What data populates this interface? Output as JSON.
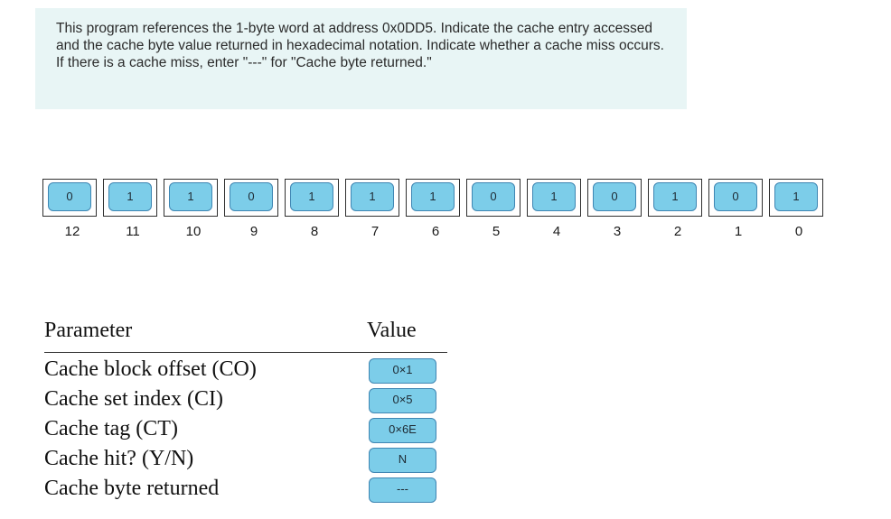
{
  "prompt": {
    "text": "This program references the 1-byte word at address 0x0DD5. Indicate the cache entry accessed and the cache byte value returned in hexadecimal notation. Indicate whether a cache miss occurs. If there is a cache miss, enter \"---\" for \"Cache byte returned.\""
  },
  "address_bits": [
    {
      "position": "12",
      "value": "0"
    },
    {
      "position": "11",
      "value": "1"
    },
    {
      "position": "10",
      "value": "1"
    },
    {
      "position": "9",
      "value": "0"
    },
    {
      "position": "8",
      "value": "1"
    },
    {
      "position": "7",
      "value": "1"
    },
    {
      "position": "6",
      "value": "1"
    },
    {
      "position": "5",
      "value": "0"
    },
    {
      "position": "4",
      "value": "1"
    },
    {
      "position": "3",
      "value": "0"
    },
    {
      "position": "2",
      "value": "1"
    },
    {
      "position": "1",
      "value": "0"
    },
    {
      "position": "0",
      "value": "1"
    }
  ],
  "table": {
    "header_parameter": "Parameter",
    "header_value": "Value",
    "rows": [
      {
        "label": "Cache block offset (CO)",
        "value": "0×1"
      },
      {
        "label": "Cache set index (CI)",
        "value": "0×5"
      },
      {
        "label": "Cache tag (CT)",
        "value": "0×6E"
      },
      {
        "label": "Cache hit? (Y/N)",
        "value": "N"
      },
      {
        "label": "Cache byte returned",
        "value": "---"
      }
    ]
  },
  "colors": {
    "prompt_background": "#e8f5f5",
    "button_fill": "#7ccde9",
    "button_border": "#3f86b3"
  }
}
